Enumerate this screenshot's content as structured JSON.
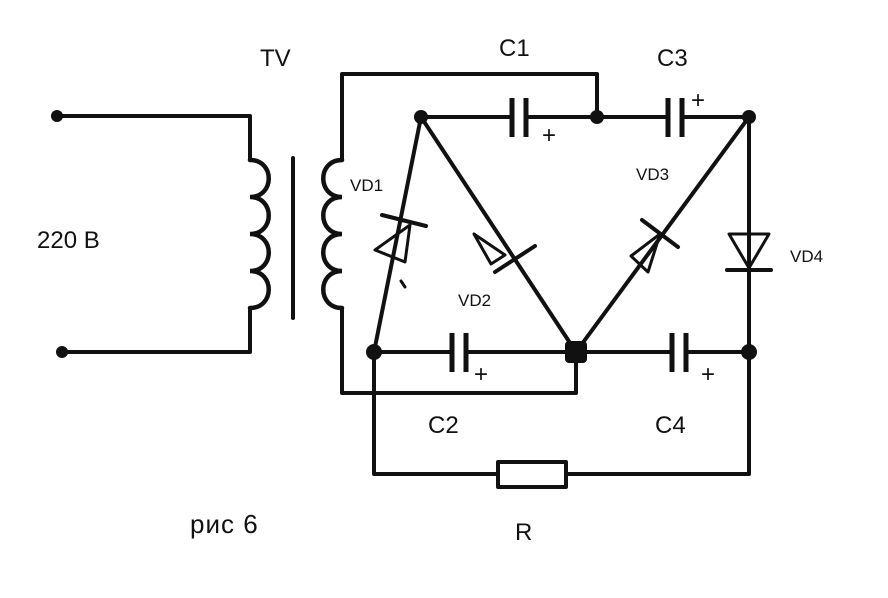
{
  "labels": {
    "transformer": "TV",
    "input_voltage": "220 В",
    "c1": "C1",
    "c2": "C2",
    "c3": "C3",
    "c4": "C4",
    "vd1": "VD1",
    "vd2": "VD2",
    "vd3": "VD3",
    "vd4": "VD4",
    "resistor": "R",
    "plus": "+",
    "caption": "рис 6"
  },
  "colors": {
    "ink": "#111111",
    "background": "#ffffff"
  }
}
